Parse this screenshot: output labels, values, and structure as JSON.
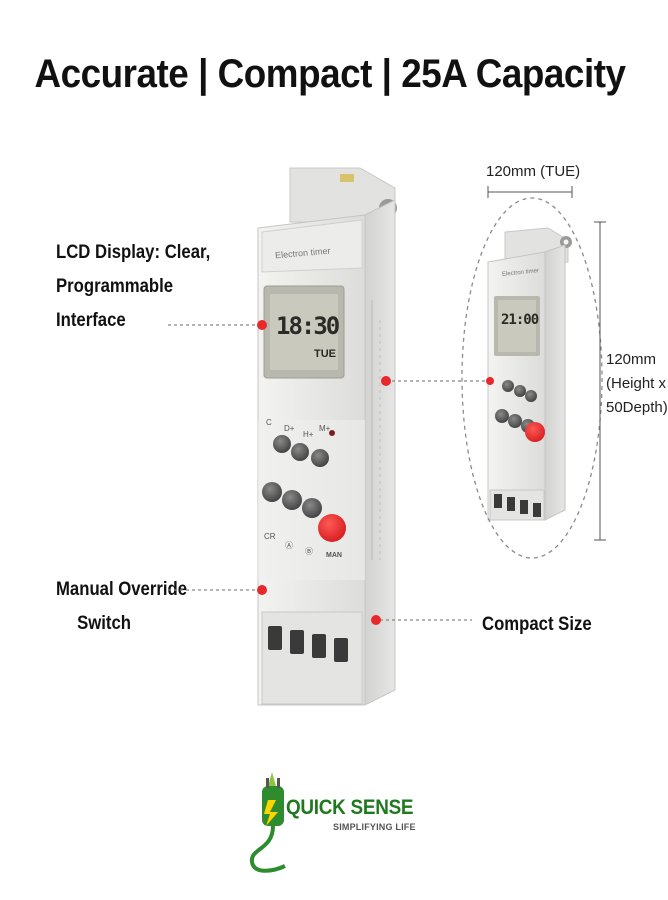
{
  "headline": "Accurate | Compact | 25A Capacity",
  "callouts": {
    "lcd": [
      "LCD Display: Clear,",
      "Programmable",
      "Interface"
    ],
    "manual": [
      "Manual Override",
      "Switch"
    ],
    "compact": "Compact Size"
  },
  "dimensions": {
    "width": "120mm (TUE)",
    "height": [
      "120mm",
      "(Height x",
      "50Depth)"
    ]
  },
  "device": {
    "brand_label": "Electron timer",
    "lcd_day": "TUE",
    "lcd_time_large": "18:30",
    "lcd_time_small": "21:00",
    "button_labels": [
      "C",
      "D+",
      "H+",
      "M+",
      "CR",
      "Ⓐ",
      "Ⓑ",
      "MAN"
    ]
  },
  "logo": {
    "name": "QUICK SENSE",
    "tagline": "SIMPLIFYING LIFE"
  },
  "colors": {
    "accent_red": "#e8282b",
    "body_gray": "#e9e9e7",
    "brand_green": "#1f7a1f",
    "lcd_bg": "#c9c9bd"
  }
}
